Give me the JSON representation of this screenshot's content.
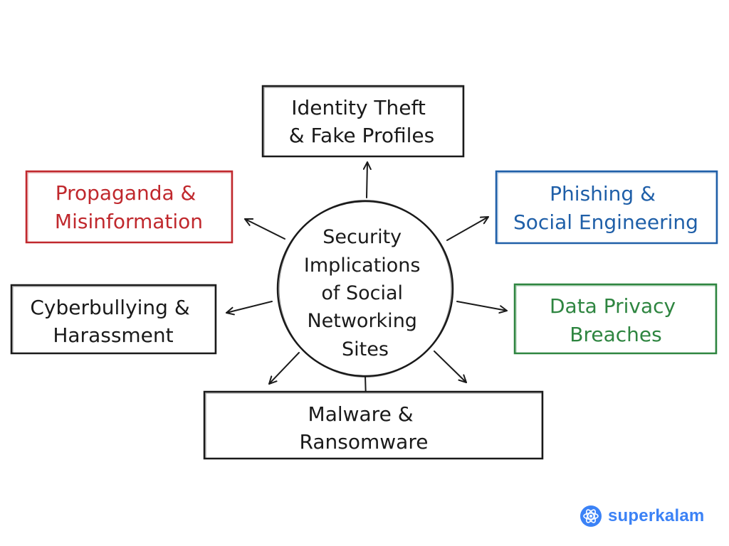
{
  "diagram": {
    "center": {
      "lines": [
        "Security",
        "Implications",
        "of Social",
        "Networking",
        "Sites"
      ]
    },
    "nodes": [
      {
        "id": "identity-theft",
        "lines": [
          "Identity Theft",
          "& Fake Profiles"
        ],
        "color": "#1a1a1a"
      },
      {
        "id": "propaganda",
        "lines": [
          "Propaganda &",
          "Misinformation"
        ],
        "color": "#c0282d"
      },
      {
        "id": "phishing",
        "lines": [
          "Phishing &",
          "Social Engineering"
        ],
        "color": "#1f5fa8"
      },
      {
        "id": "cyberbullying",
        "lines": [
          "Cyberbullying &",
          "Harassment"
        ],
        "color": "#1a1a1a"
      },
      {
        "id": "data-privacy",
        "lines": [
          "Data Privacy",
          "Breaches"
        ],
        "color": "#2e8540"
      },
      {
        "id": "malware",
        "lines": [
          "Malware &",
          "Ransomware"
        ],
        "color": "#1a1a1a"
      }
    ]
  },
  "brand": {
    "name": "superkalam",
    "icon": "atom-logo-icon",
    "color": "#3b82f6"
  }
}
